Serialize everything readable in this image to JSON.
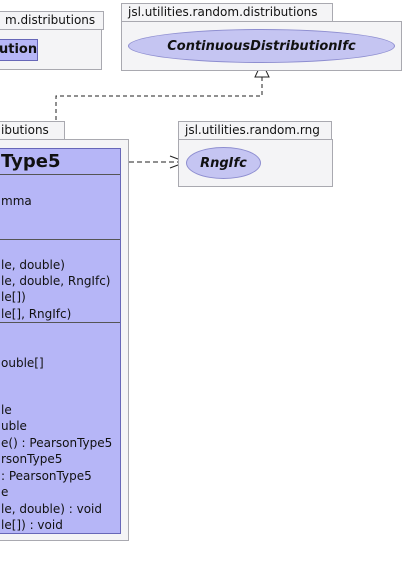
{
  "packages": {
    "left_top": {
      "name": "m.distributions"
    },
    "right_top": {
      "name": "jsl.utilities.random.distributions"
    },
    "rng": {
      "name": "jsl.utilities.random.rng"
    },
    "left_mid": {
      "name": "ibutions"
    }
  },
  "interfaces": {
    "continuous": {
      "name": "ContinuousDistributionIfc"
    },
    "rng": {
      "name": "RngIfc"
    }
  },
  "partial_class_top": {
    "name": "ution"
  },
  "main_class": {
    "title": "Type5",
    "fields": [
      "",
      "mma"
    ],
    "constructors": [
      "le, double)",
      "le, double, RngIfc)",
      "le[])",
      "le[], RngIfc)"
    ],
    "methods": [
      "",
      "ouble[]",
      "",
      "",
      "le",
      "uble",
      "e() : PearsonType5",
      "rsonType5",
      ": PearsonType5",
      "e",
      "le, double) : void",
      "le[]) : void"
    ]
  }
}
